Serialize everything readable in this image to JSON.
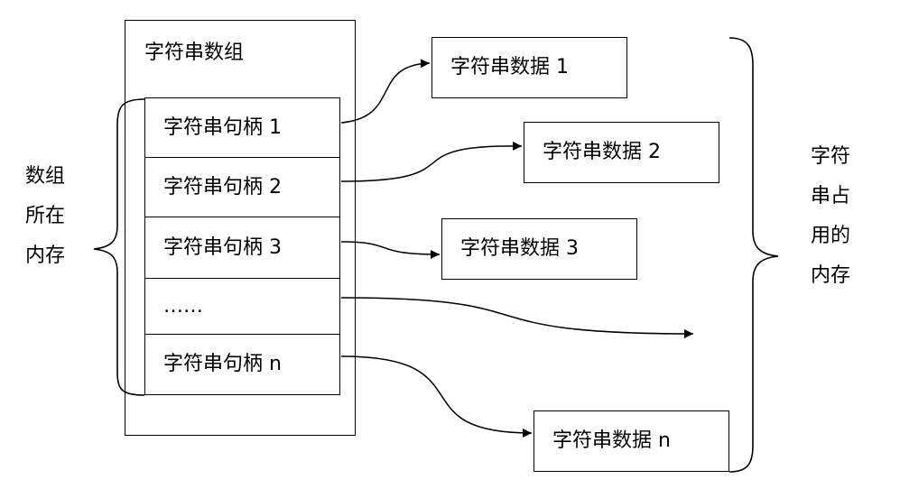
{
  "array": {
    "title": "字符串数组",
    "handles": [
      "字符串句柄 1",
      "字符串句柄 2",
      "字符串句柄 3",
      "……",
      "字符串句柄 n"
    ]
  },
  "data_boxes": [
    "字符串数据 1",
    "字符串数据 2",
    "字符串数据 3",
    "字符串数据 n"
  ],
  "left_label": "数组\n所在\n内存",
  "right_label": "字符\n串占\n用的\n内存"
}
